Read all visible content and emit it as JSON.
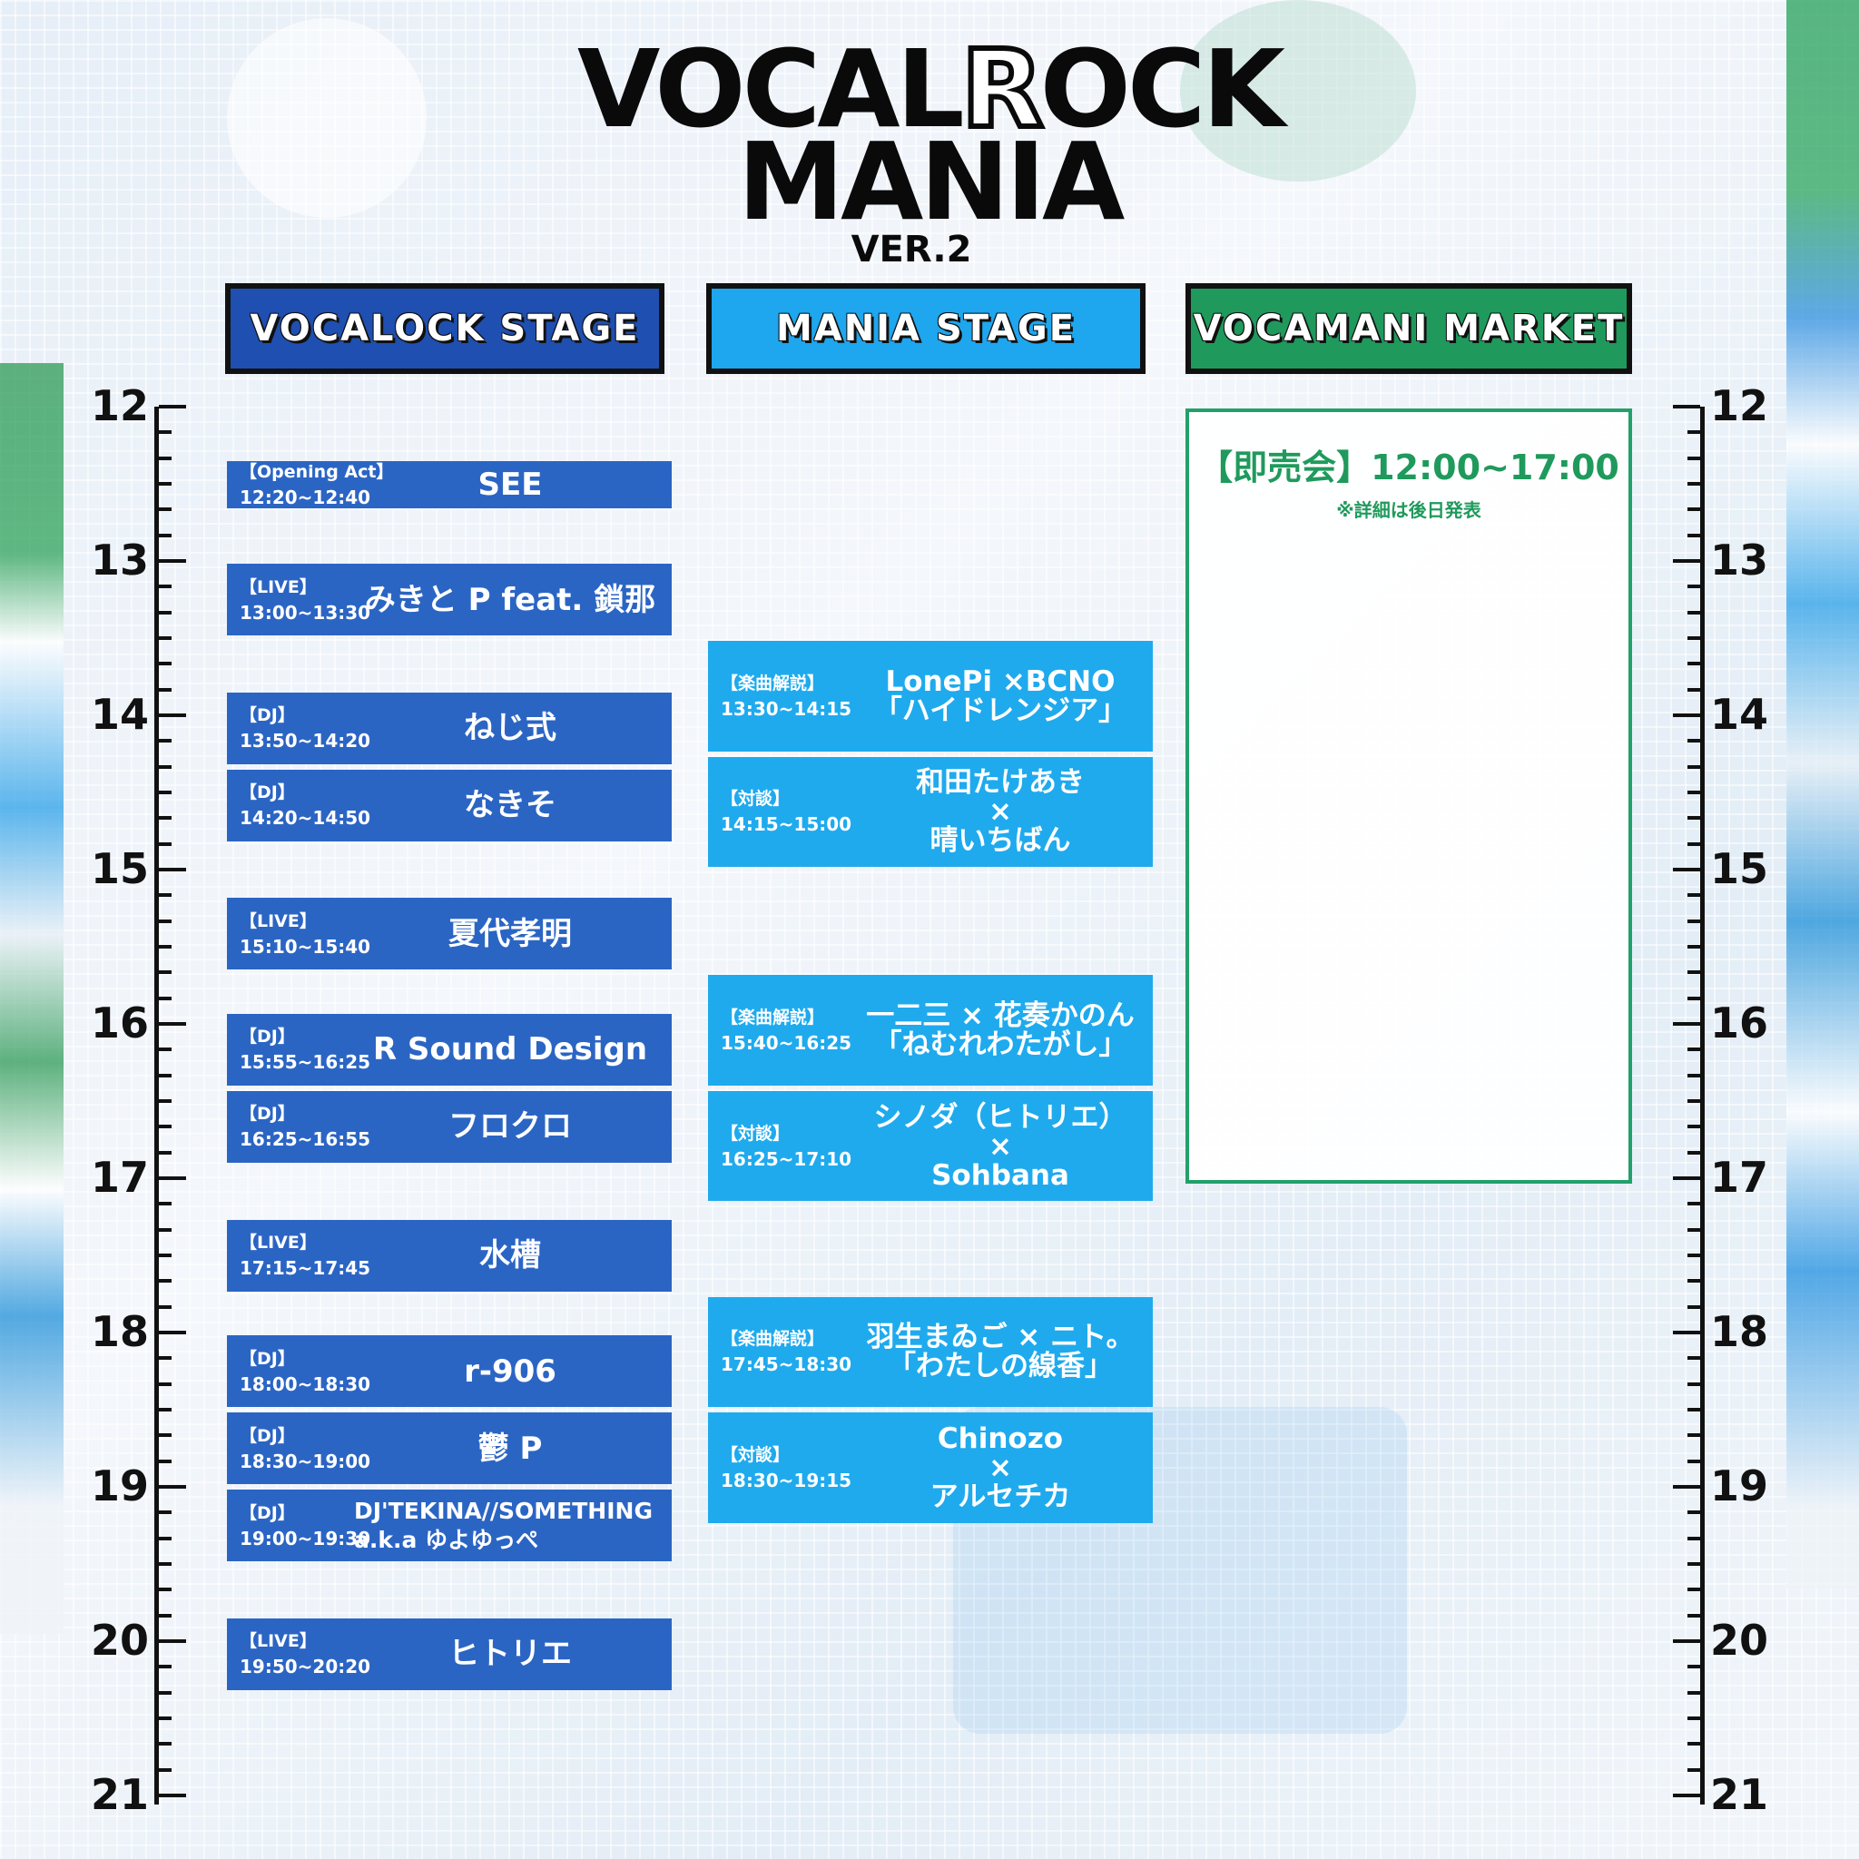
{
  "logo": {
    "line1_a": "VOCAL",
    "line1_r": "R",
    "line1_b": "OCK",
    "line2": "MANIA",
    "version": "VER.2"
  },
  "headers": {
    "vocalock": "VOCALOCK  STAGE",
    "mania": "MANIA STAGE",
    "market": "VOCAMANI MARKET"
  },
  "colors": {
    "vocalock": "#1f4fb0",
    "mania": "#1ea6ee",
    "market": "#1f9a5c"
  },
  "hours": [
    "12",
    "13",
    "14",
    "15",
    "16",
    "17",
    "18",
    "19",
    "20",
    "21"
  ],
  "vocalock": [
    {
      "cat": "【Opening Act】",
      "time": "12:20~12:40",
      "name": [
        "SEE"
      ]
    },
    {
      "cat": "【LIVE】",
      "time": "13:00~13:30",
      "name": [
        "みきと P feat. 鎖那"
      ]
    },
    {
      "cat": "【DJ】",
      "time": "13:50~14:20",
      "name": [
        "ねじ式"
      ]
    },
    {
      "cat": "【DJ】",
      "time": "14:20~14:50",
      "name": [
        "なきそ"
      ]
    },
    {
      "cat": "【LIVE】",
      "time": "15:10~15:40",
      "name": [
        "夏代孝明"
      ]
    },
    {
      "cat": "【DJ】",
      "time": "15:55~16:25",
      "name": [
        "R Sound Design"
      ]
    },
    {
      "cat": "【DJ】",
      "time": "16:25~16:55",
      "name": [
        "フロクロ"
      ]
    },
    {
      "cat": "【LIVE】",
      "time": "17:15~17:45",
      "name": [
        "水槽"
      ]
    },
    {
      "cat": "【DJ】",
      "time": "18:00~18:30",
      "name": [
        "r-906"
      ]
    },
    {
      "cat": "【DJ】",
      "time": "18:30~19:00",
      "name": [
        "鬱 P"
      ]
    },
    {
      "cat": "【DJ】",
      "time": "19:00~19:30",
      "name": [
        "DJ'TEKINA//SOMETHING",
        "a.k.a ゆよゆっぺ"
      ]
    },
    {
      "cat": "【LIVE】",
      "time": "19:50~20:20",
      "name": [
        "ヒトリエ"
      ]
    }
  ],
  "mania": [
    {
      "cat": "【楽曲解説】",
      "time": "13:30~14:15",
      "name": [
        "LonePi ×BCNO",
        "「ハイドレンジア」"
      ]
    },
    {
      "cat": "【対談】",
      "time": "14:15~15:00",
      "name": [
        "和田たけあき",
        "×",
        "晴いちばん"
      ]
    },
    {
      "cat": "【楽曲解説】",
      "time": "15:40~16:25",
      "name": [
        "一二三 × 花奏かのん",
        "「ねむれわたがし」"
      ]
    },
    {
      "cat": "【対談】",
      "time": "16:25~17:10",
      "name": [
        "シノダ（ヒトリエ）",
        "×",
        "Sohbana"
      ]
    },
    {
      "cat": "【楽曲解説】",
      "time": "17:45~18:30",
      "name": [
        "羽生まゐご × ニト。",
        "「わたしの線香」"
      ]
    },
    {
      "cat": "【対談】",
      "time": "18:30~19:15",
      "name": [
        "Chinozo",
        "×",
        "アルセチカ"
      ]
    }
  ],
  "market": {
    "title": "【即売会】12:00~17:00",
    "note": "※詳細は後日発表"
  }
}
